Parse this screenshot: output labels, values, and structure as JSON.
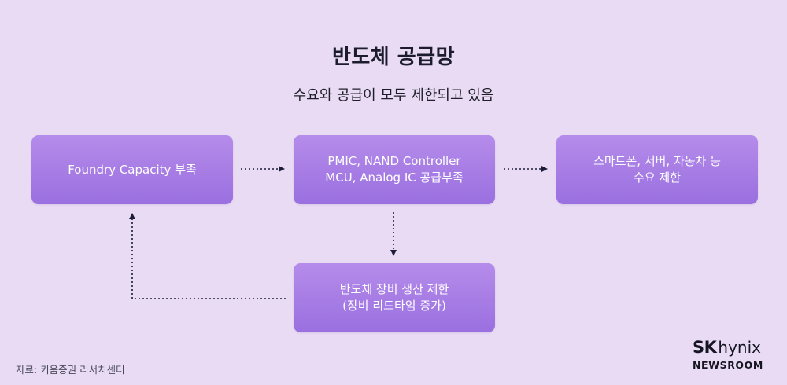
{
  "title": "반도체 공급망",
  "subtitle": "수요와 공급이 모두 제한되고 있음",
  "nodes": {
    "foundry": "Foundry Capacity 부족",
    "components": "PMIC, NAND Controller\nMCU, Analog IC 공급부족",
    "demand": "스마트폰, 서버, 자동차 등\n수요 제한",
    "equipment": "반도체 장비 생산 제한\n(장비 리드타임 증가)"
  },
  "source": "자료: 키움증권 리서치센터",
  "logo": {
    "sk": "SK",
    "hynix": "hynix",
    "newsroom": "NEWSROOM"
  },
  "colors": {
    "background": "#e8dbf3",
    "box_top": "#b58cea",
    "box_bottom": "#9a6fe0",
    "arrow": "#1c1c3a"
  }
}
